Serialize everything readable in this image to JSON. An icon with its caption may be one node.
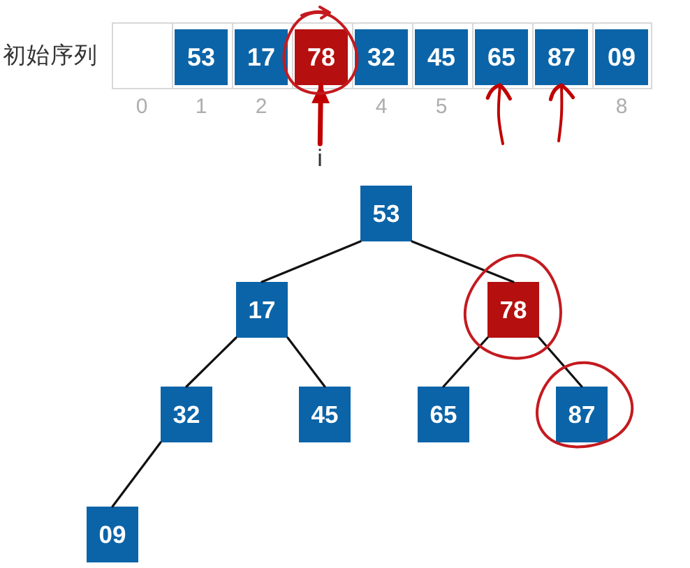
{
  "diagram": {
    "nodes": [
      {
        "text": [
          "初始序列"
        ]
      },
      {
        "text": [],
        "shape": "box",
        "in": 0,
        "beside": [
          "0"
        ]
      },
      {
        "text": [
          "53"
        ],
        "in": 0,
        "beside": [
          "1"
        ]
      },
      {
        "text": [
          "17"
        ],
        "in": 0,
        "beside": [
          "2"
        ]
      },
      {
        "text": [
          "78"
        ],
        "in": 0
      },
      {
        "text": [
          "32"
        ],
        "in": 0,
        "beside": [
          "4"
        ]
      },
      {
        "text": [
          "45"
        ],
        "in": 0,
        "beside": [
          "5"
        ]
      },
      {
        "text": [
          "65"
        ],
        "in": 0
      },
      {
        "text": [
          "87"
        ],
        "in": 0
      },
      {
        "text": [
          "09"
        ],
        "in": 0,
        "beside": [
          "8"
        ]
      },
      {
        "text": [
          "i"
        ]
      },
      {
        "text": [
          "53"
        ]
      },
      {
        "text": [
          "17"
        ]
      },
      {
        "text": [
          "78"
        ]
      },
      {
        "text": [
          "32"
        ]
      },
      {
        "text": [
          "45"
        ]
      },
      {
        "text": [
          "65"
        ]
      },
      {
        "text": [
          "87"
        ]
      },
      {
        "text": [
          "09"
        ]
      }
    ],
    "edges": [
      {
        "from": 10,
        "to": 4,
        "arrow": "to",
        "style": "thick",
        "color": "#c00000"
      },
      {
        "from": null,
        "to": 7,
        "arrow": "to",
        "color": "#c00000"
      },
      {
        "from": null,
        "to": 8,
        "arrow": "to",
        "color": "#c00000"
      },
      {
        "from": 11,
        "to": 12,
        "arrow": "none"
      },
      {
        "from": 11,
        "to": 13,
        "arrow": "none"
      },
      {
        "from": 12,
        "to": 14,
        "arrow": "none"
      },
      {
        "from": 12,
        "to": 15,
        "arrow": "none"
      },
      {
        "from": 13,
        "to": 16,
        "arrow": "none"
      },
      {
        "from": 13,
        "to": 17,
        "arrow": "none"
      },
      {
        "from": 14,
        "to": 18,
        "arrow": "none"
      }
    ]
  }
}
